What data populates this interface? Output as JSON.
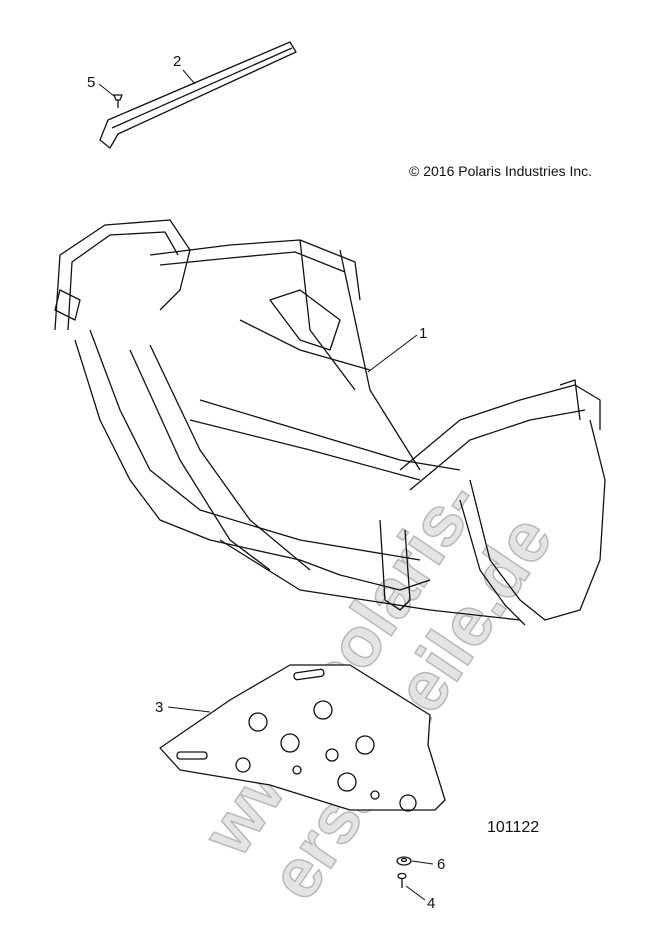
{
  "copyright": "© 2016 Polaris Industries Inc.",
  "figure_number": "101122",
  "watermark": "www.polaris-ersatzteile.de",
  "callouts": [
    "1",
    "2",
    "3",
    "4",
    "5",
    "6"
  ],
  "parts": [
    "main-frame",
    "frame-rail",
    "skid-plate",
    "bolt",
    "push-rivet",
    "nut"
  ]
}
